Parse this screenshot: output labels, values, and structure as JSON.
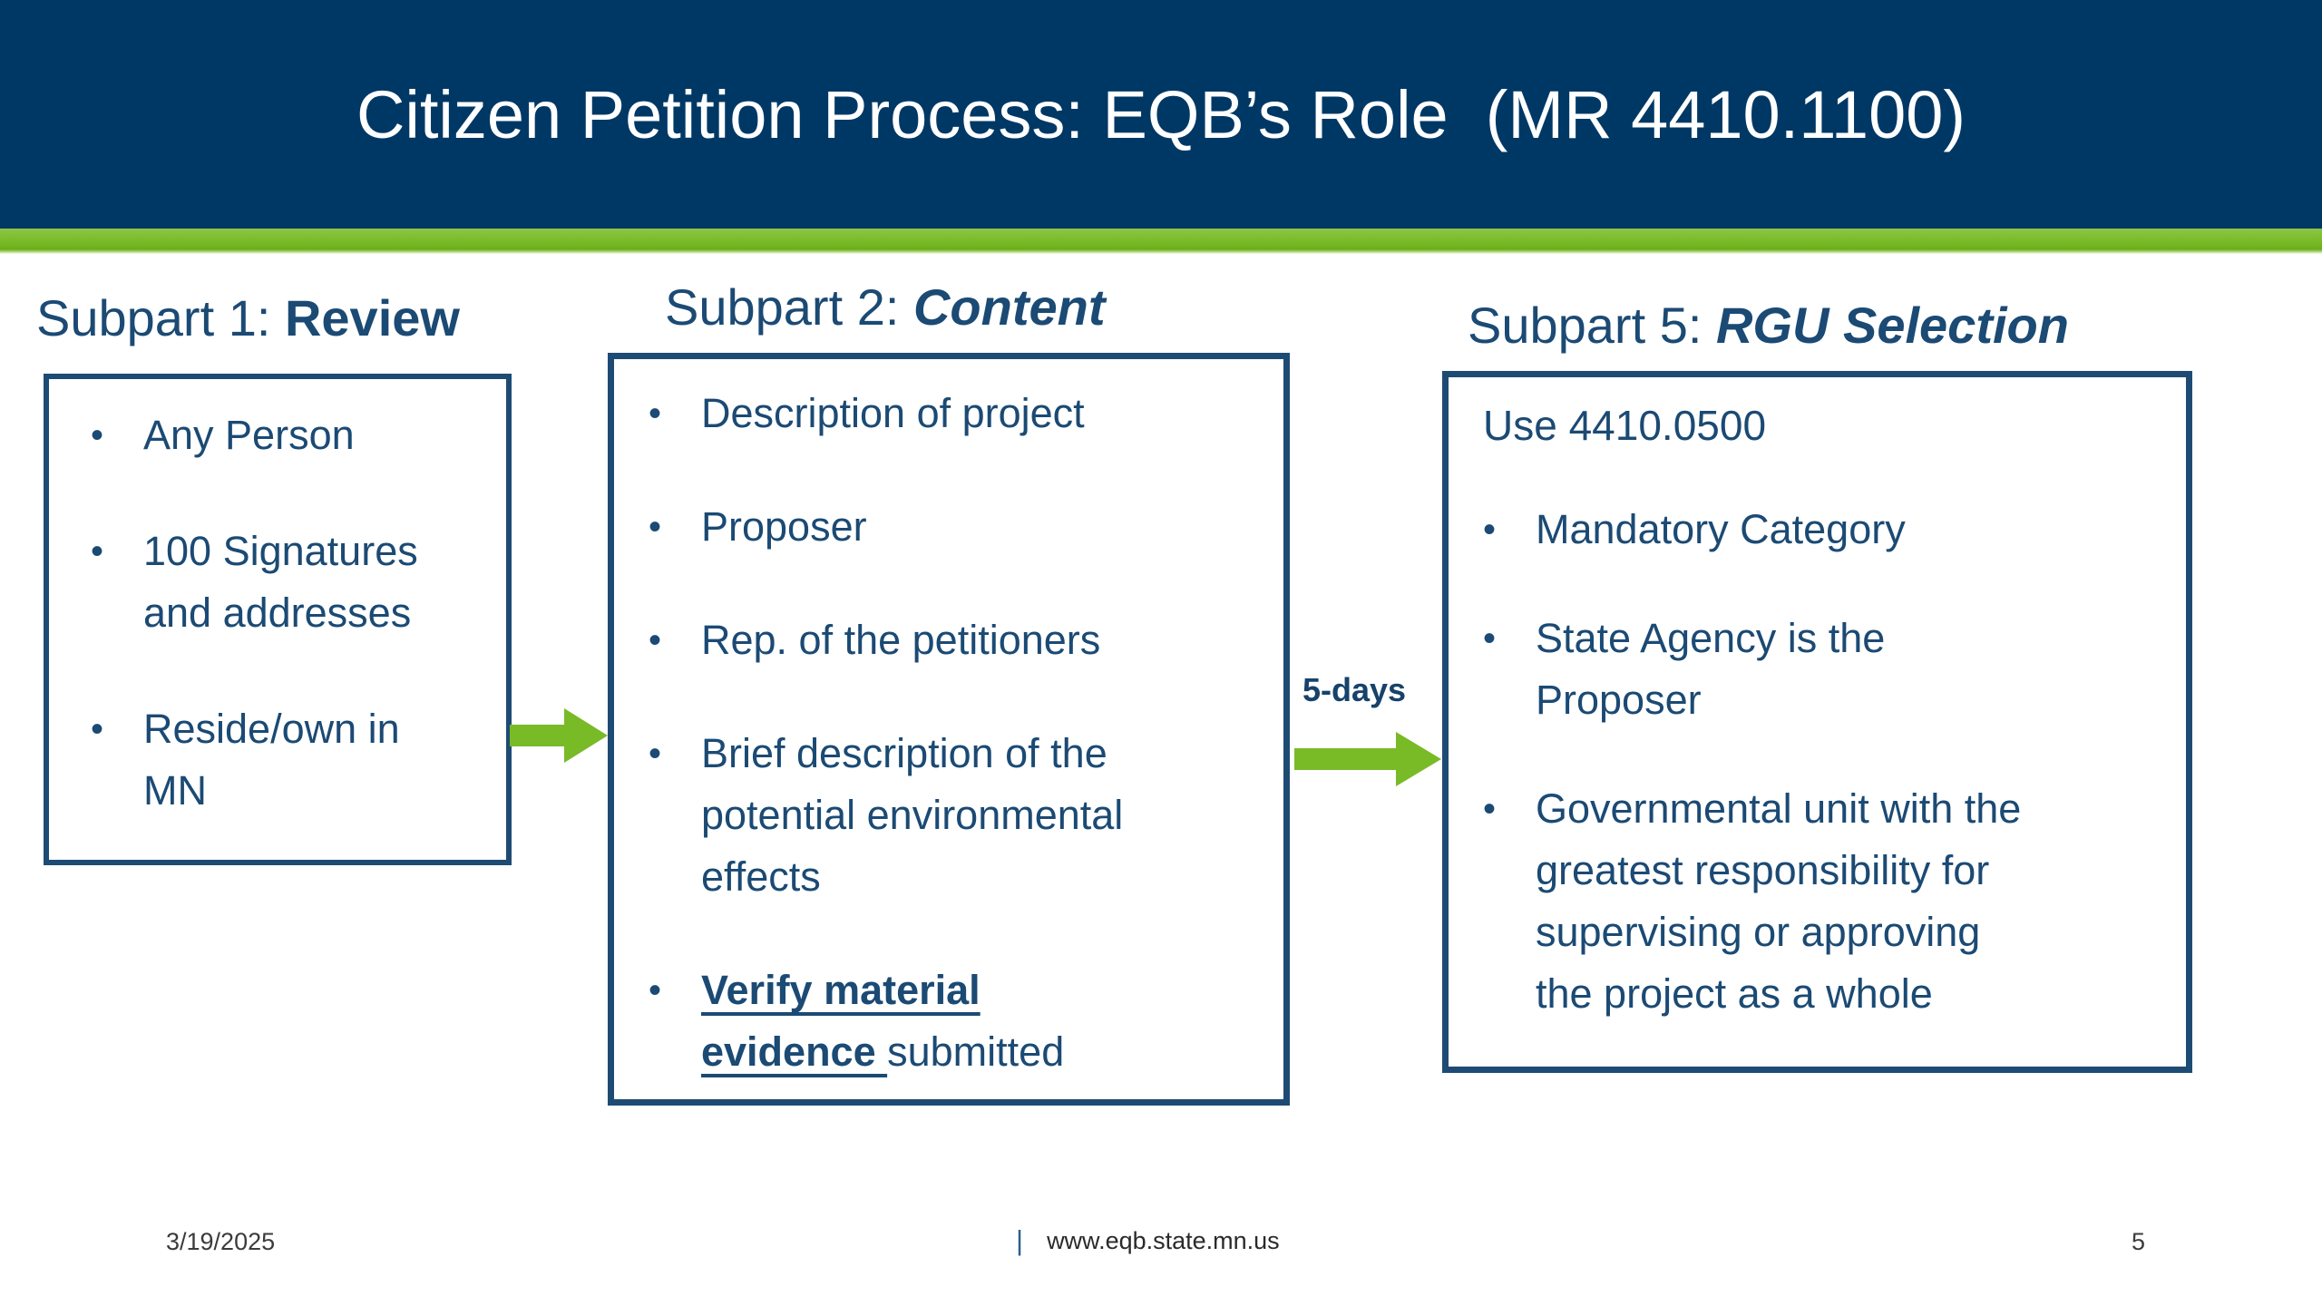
{
  "slide": {
    "title": "Citizen Petition Process: EQB’s Role  (MR 4410.1100)",
    "colors": {
      "header_navy": "#003865",
      "accent_green": "#79ba27",
      "text_navy": "#1b4a74"
    },
    "columns": [
      {
        "heading": {
          "prefix": "Subpart 1: ",
          "emphasis": "Review"
        },
        "items": [
          "Any Person",
          "100 Signatures and addresses",
          "Reside/own in MN"
        ]
      },
      {
        "heading": {
          "prefix": "Subpart 2: ",
          "emphasis": "Content"
        },
        "items": [
          "Description of project",
          "Proposer",
          "Rep. of the petitioners",
          "Brief description of the potential environmental effects",
          [
            {
              "t": "Verify material evidence ",
              "em": true
            },
            {
              "t": "submitted"
            }
          ]
        ]
      },
      {
        "heading": {
          "prefix": "Subpart 5: ",
          "emphasis": "RGU Selection"
        },
        "intro": "Use 4410.0500",
        "items": [
          "Mandatory Category",
          "State Agency is the Proposer",
          "Governmental unit with the greatest responsibility for supervising or approving the project as a whole"
        ]
      }
    ],
    "flow": {
      "arrow_label": "5-days"
    },
    "footer": {
      "date": "3/19/2025",
      "separator": "|",
      "url": "www.eqb.state.mn.us",
      "page": "5"
    }
  }
}
